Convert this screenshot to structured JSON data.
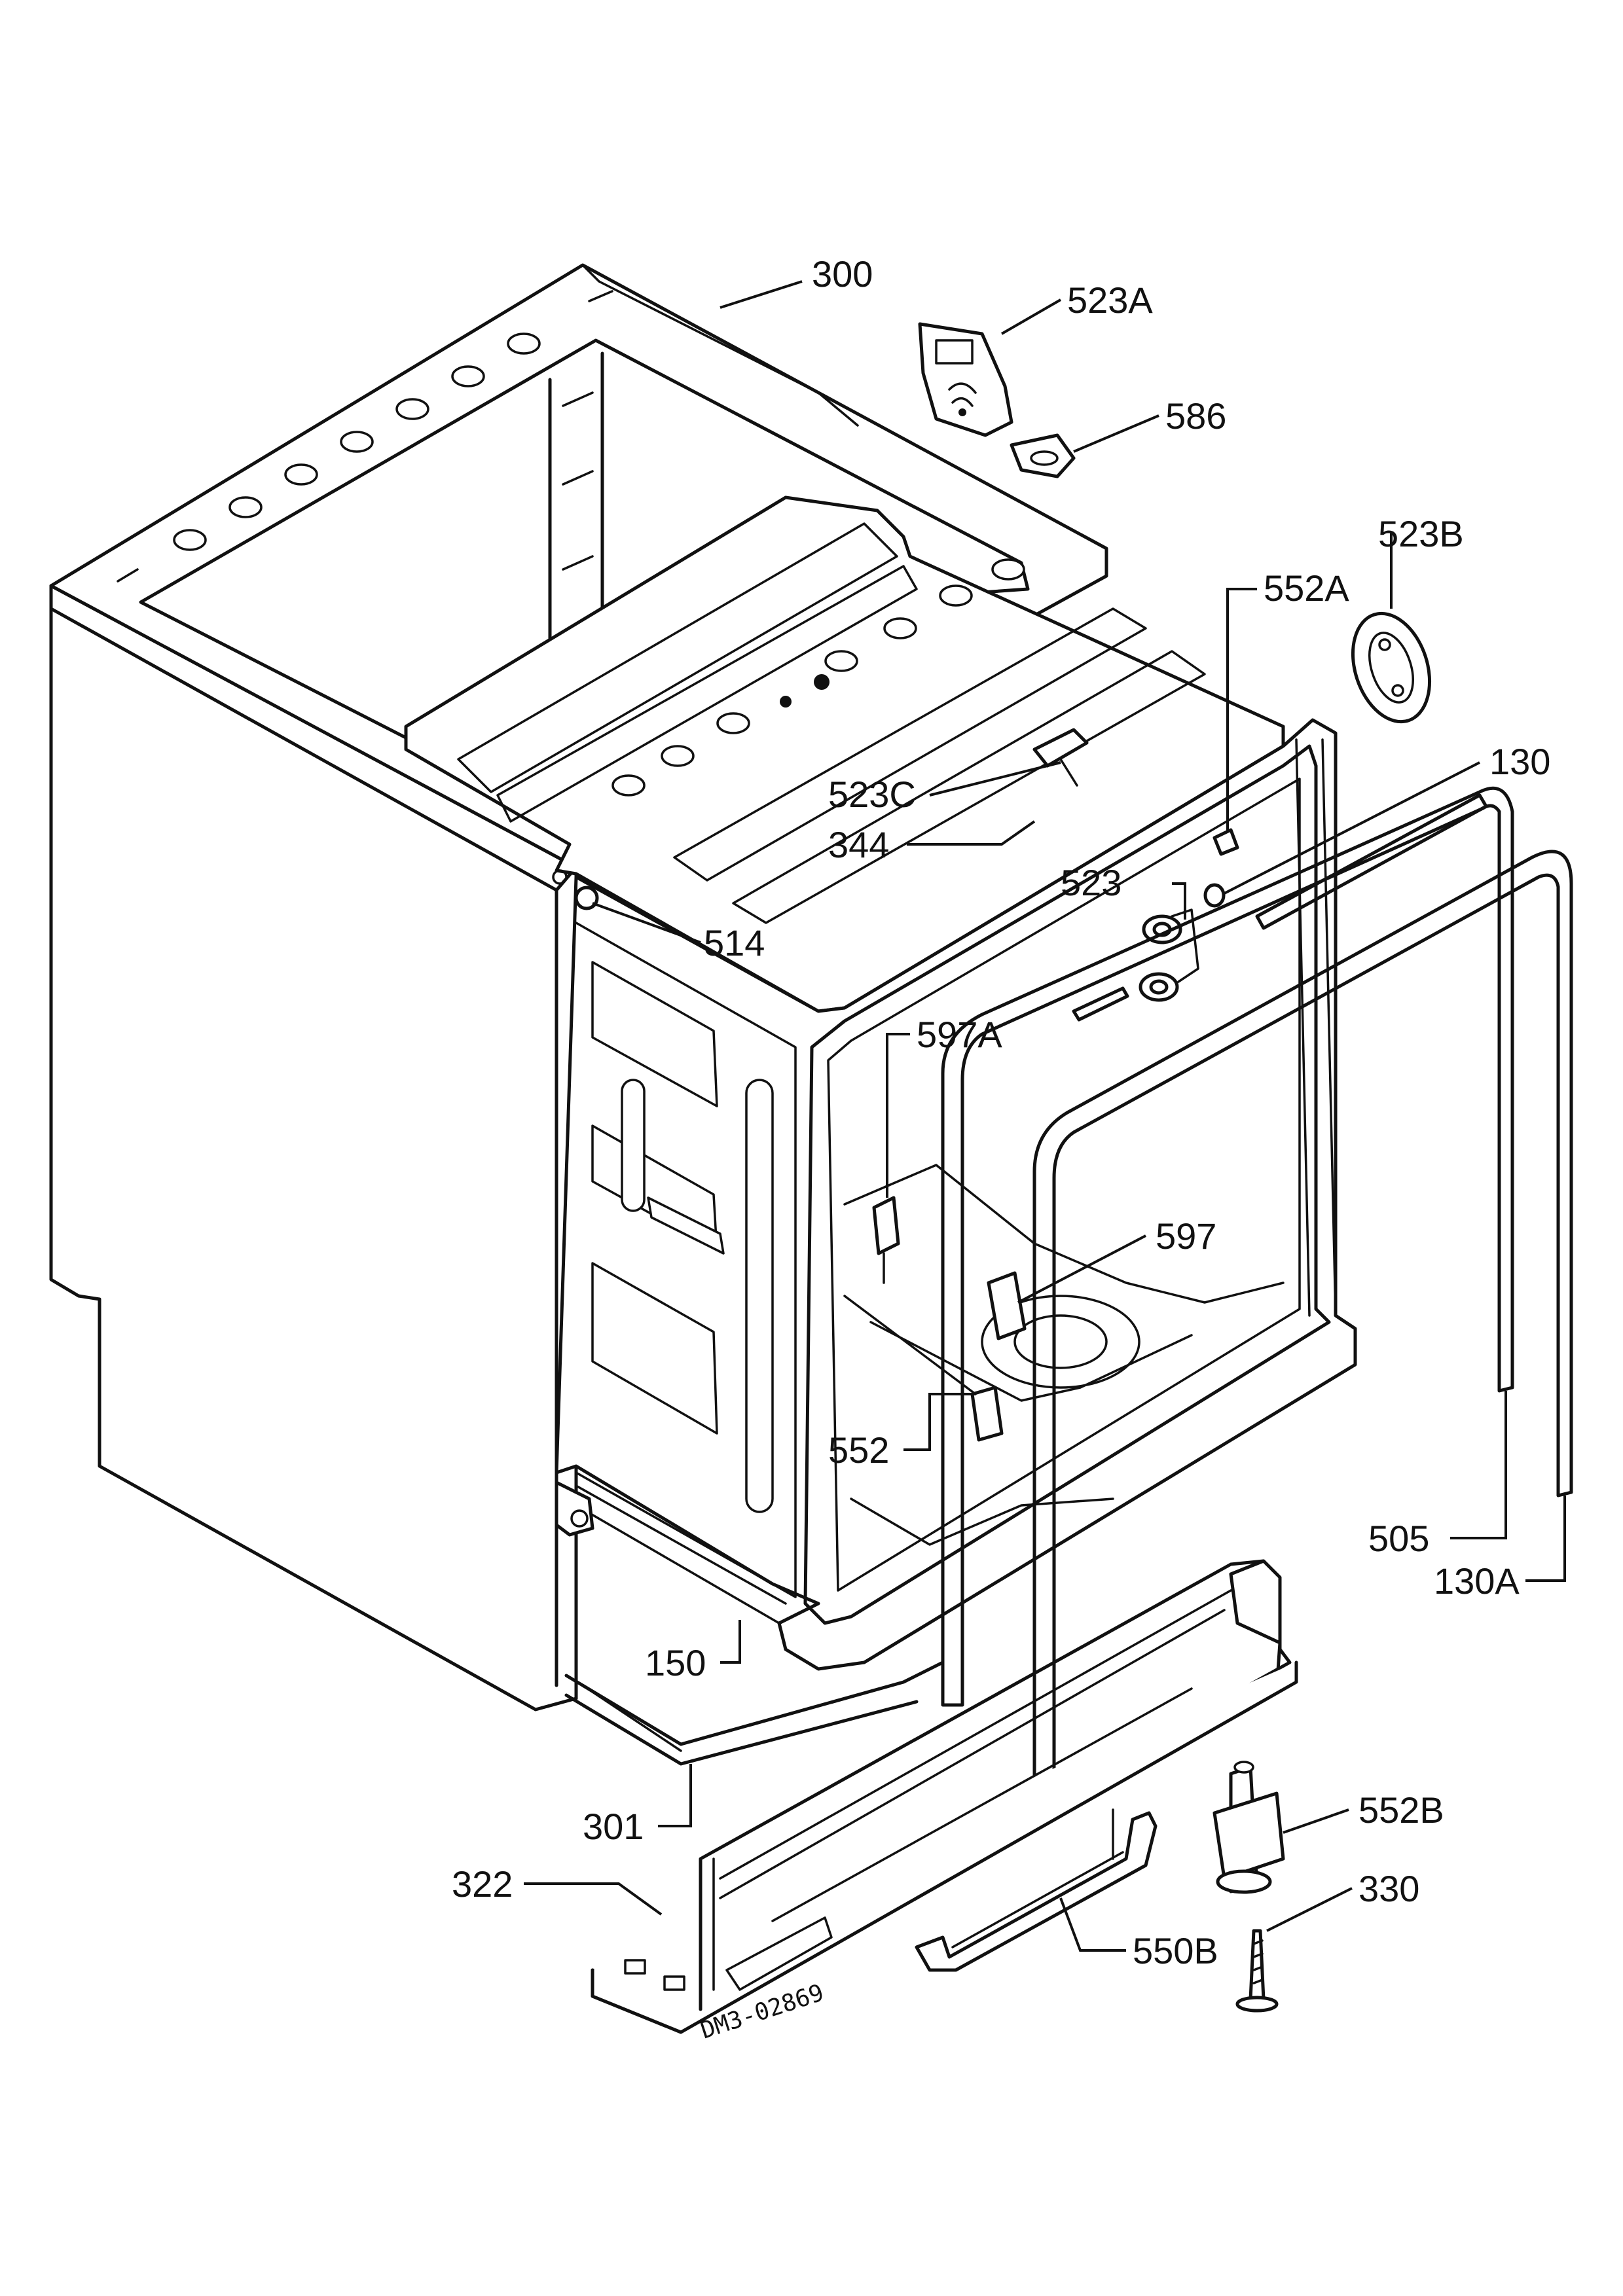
{
  "diagram": {
    "drawing_id": "DM3-02869",
    "colors": {
      "ink": "#111111",
      "paper": "#ffffff"
    },
    "labels": {
      "p300": "300",
      "p523A": "523A",
      "p586": "586",
      "p523B": "523B",
      "p552A": "552A",
      "p130": "130",
      "p523C": "523C",
      "p344": "344",
      "p523": "523",
      "p514": "514",
      "p597A": "597A",
      "p597": "597",
      "p552": "552",
      "p505": "505",
      "p130A": "130A",
      "p150": "150",
      "p301": "301",
      "p552B": "552B",
      "p322": "322",
      "p330": "330",
      "p550B": "550B"
    }
  }
}
